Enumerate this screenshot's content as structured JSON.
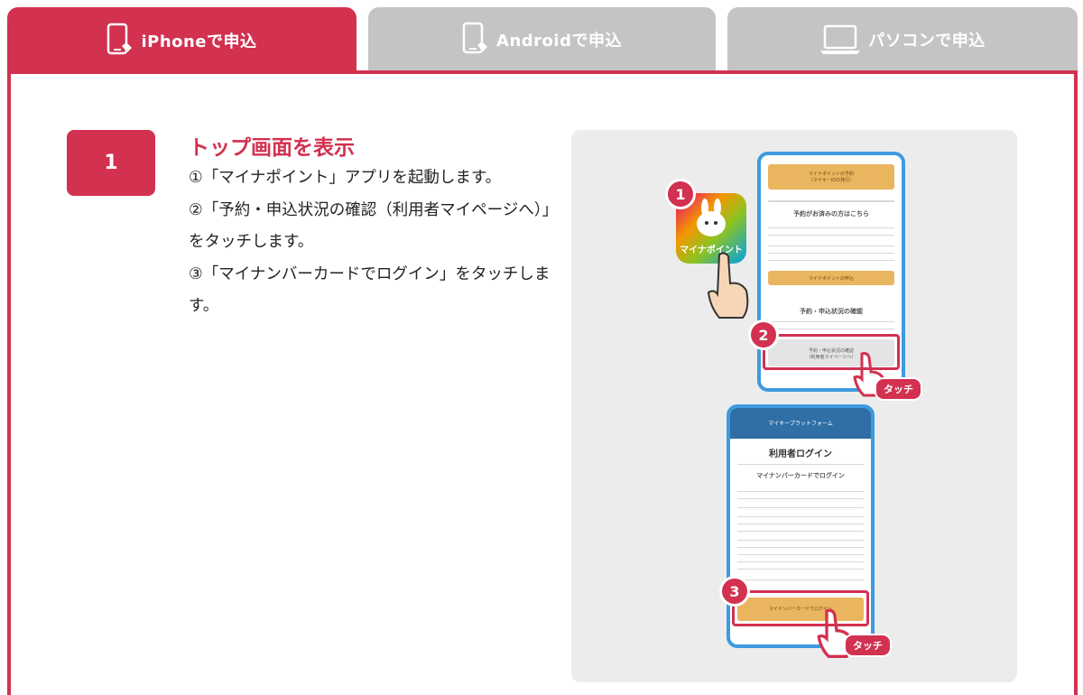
{
  "tabs": [
    {
      "label": "iPhoneで申込",
      "active": true,
      "icon": "smartphone-icon"
    },
    {
      "label": "Androidで申込",
      "active": false,
      "icon": "smartphone-icon"
    },
    {
      "label": "パソコンで申込",
      "active": false,
      "icon": "laptop-icon"
    }
  ],
  "step": {
    "number": "1",
    "title": "トップ画面を表示",
    "lines": [
      "①「マイナポイント」アプリを起動します。",
      "②「予約・申込状況の確認（利用者マイページへ）」をタッチします。",
      "③「マイナンバーカードでログイン」をタッチします。"
    ]
  },
  "illustration": {
    "markers": [
      "1",
      "2",
      "3"
    ],
    "touch_label": "タッチ",
    "phone1": {
      "top_button": "マイナポイントの予約\n（マイキーIDの発行）",
      "section1": "予約がお済みの方はこちら",
      "button2": "マイナポイントの申込",
      "section2": "予約・申込状況の確認",
      "button3": "予約・申込状況の確認\n（利用者マイページへ）"
    },
    "phone2": {
      "header": "マイキープラットフォーム",
      "title": "利用者ログイン",
      "subtitle": "マイナンバーカードでログイン",
      "button": "マイナンバーカードでログイン"
    },
    "app_icon_text": "マイナポイント"
  },
  "colors": {
    "accent": "#d23150",
    "tab_inactive": "#c4c4c4",
    "phone_border": "#3d9be0",
    "panel_bg": "#ececec"
  }
}
